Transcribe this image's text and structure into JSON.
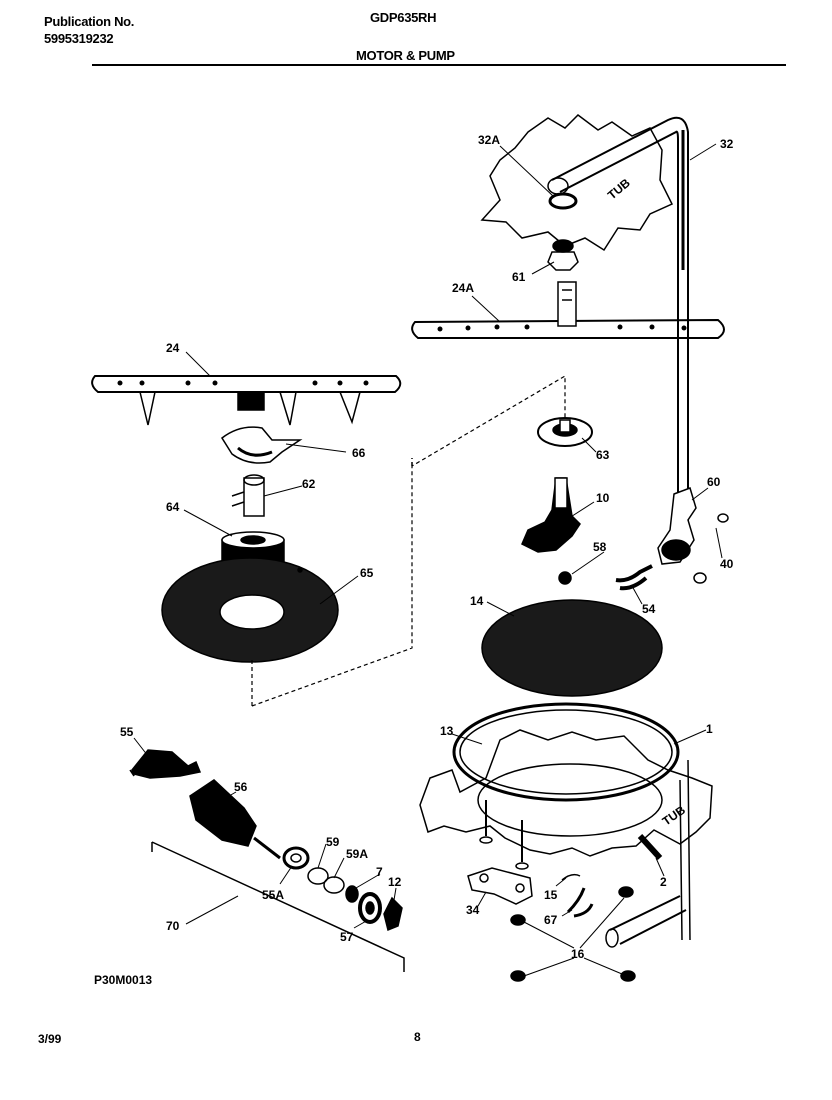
{
  "header": {
    "publication_label": "Publication No.",
    "publication_number": "5995319232",
    "model": "GDP635RH",
    "section": "MOTOR & PUMP"
  },
  "diagram_code": "P30M0013",
  "footer": {
    "date": "3/99",
    "page": "8"
  },
  "tub_labels": [
    "TUB",
    "TUB"
  ],
  "callouts": [
    "32A",
    "32",
    "61",
    "24A",
    "24",
    "66",
    "62",
    "64",
    "65",
    "63",
    "10",
    "60",
    "40",
    "58",
    "54",
    "14",
    "13",
    "1",
    "55",
    "56",
    "59",
    "59A",
    "7",
    "12",
    "55A",
    "70",
    "57",
    "34",
    "15",
    "67",
    "2",
    "16"
  ]
}
